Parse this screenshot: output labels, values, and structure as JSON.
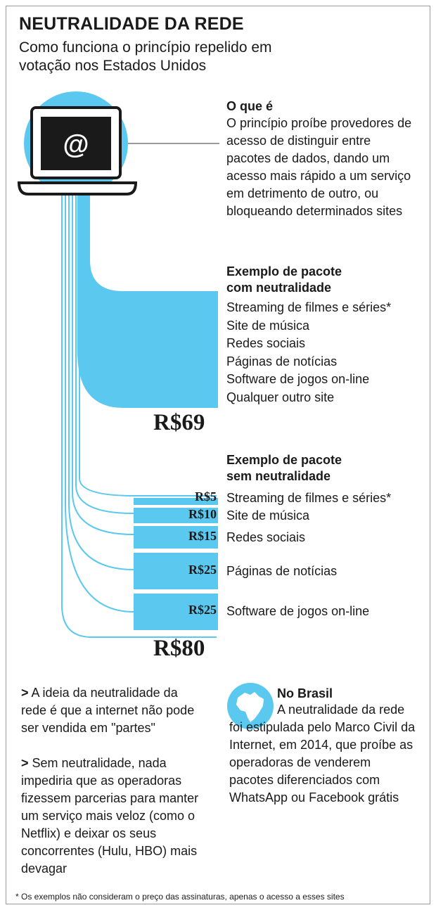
{
  "header": {
    "title": "NEUTRALIDADE DA REDE",
    "subtitle": "Como funciona o princípio repelido em votação nos Estados Unidos"
  },
  "laptop": {
    "symbol": "@"
  },
  "what_is": {
    "heading": "O que é",
    "text": "O princípio proíbe provedores de acesso de distinguir entre pacotes de dados, dando um acesso mais rápido a um serviço em detrimento de outro, ou bloqueando determinados sites"
  },
  "with_neutrality": {
    "heading_line1": "Exemplo de pacote",
    "heading_line2": "com neutralidade",
    "items": [
      "Streaming de filmes e séries*",
      "Site de música",
      "Redes sociais",
      "Páginas de notícias",
      "Software de jogos on-line",
      "Qualquer outro site"
    ],
    "total": "R$69"
  },
  "without_neutrality": {
    "heading_line1": "Exemplo de pacote",
    "heading_line2": "sem neutralidade",
    "items": [
      {
        "price": "R$5",
        "label": "Streaming de filmes e séries*"
      },
      {
        "price": "R$10",
        "label": "Site de música"
      },
      {
        "price": "R$15",
        "label": "Redes sociais"
      },
      {
        "price": "R$25",
        "label": "Páginas de notícias"
      },
      {
        "price": "R$25",
        "label": "Software de jogos on-line"
      }
    ],
    "total": "R$80"
  },
  "notes": {
    "marker": ">",
    "bullet1": "A ideia da neutralidade da rede é que a internet não pode ser vendida em \"partes\"",
    "bullet2": "Sem neutralidade, nada impediria que as operadoras fizessem parcerias para manter um serviço mais veloz (como o Netflix) e deixar os seus concorrentes (Hulu, HBO) mais devagar"
  },
  "brazil": {
    "heading": "No Brasil",
    "text": "A neutralidade da rede foi estipulada pelo Marco Civil da Internet, em 2014, que proíbe as operadoras de venderem pacotes diferenciados com WhatsApp ou Facebook grátis"
  },
  "footnote": "* Os exemplos não consideram o preço das assinaturas, apenas o acesso a esses sites",
  "colors": {
    "accent": "#5bc8ef",
    "dark": "#1a1a1a",
    "line": "#9a9a9a"
  }
}
